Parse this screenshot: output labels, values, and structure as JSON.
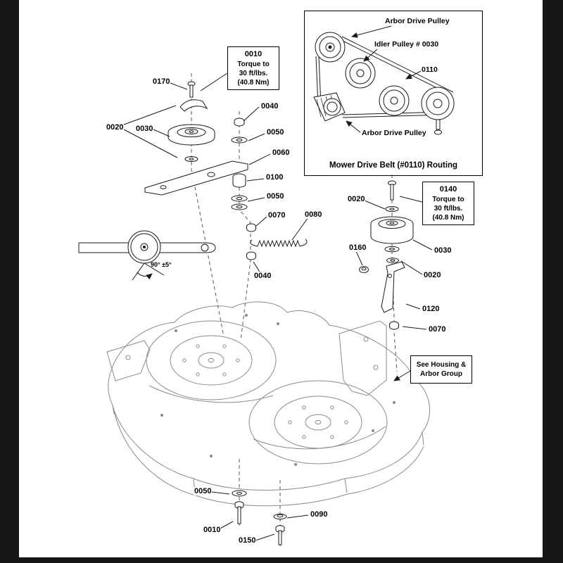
{
  "page": {
    "bar_color": "#161616",
    "line_color": "#1a1a1a",
    "deck_line_color": "#8a8a8a"
  },
  "inset": {
    "caption": "Mower Drive Belt (#0110) Routing",
    "label_arbor_top": "Arbor Drive Pulley",
    "label_idler": "Idler Pulley # 0030",
    "label_belt": "0110",
    "label_arbor_bottom": "Arbor Drive Pulley"
  },
  "notes": {
    "torque1": {
      "part": "0010",
      "l1": "Torque to",
      "l2": "30 ft/lbs.",
      "l3": "(40.8 Nm)"
    },
    "torque2": {
      "part": "0140",
      "l1": "Torque to",
      "l2": "30 ft/lbs.",
      "l3": "(40.8 Nm)"
    },
    "housing": {
      "l1": "See Housing &",
      "l2": "Arbor Group"
    },
    "angle": "90° ±5°"
  },
  "callouts": [
    {
      "id": "0170",
      "label": "0170"
    },
    {
      "id": "0020-left",
      "label": "0020"
    },
    {
      "id": "0030-left",
      "label": "0030"
    },
    {
      "id": "0040-upper",
      "label": "0040"
    },
    {
      "id": "0050-upper",
      "label": "0050"
    },
    {
      "id": "0060",
      "label": "0060"
    },
    {
      "id": "0100",
      "label": "0100"
    },
    {
      "id": "0050-mid",
      "label": "0050"
    },
    {
      "id": "0070-mid",
      "label": "0070"
    },
    {
      "id": "0080",
      "label": "0080"
    },
    {
      "id": "0040-lower",
      "label": "0040"
    },
    {
      "id": "0020-right-upper",
      "label": "0020"
    },
    {
      "id": "0030-right",
      "label": "0030"
    },
    {
      "id": "0020-right-lower",
      "label": "0020"
    },
    {
      "id": "0160",
      "label": "0160"
    },
    {
      "id": "0120",
      "label": "0120"
    },
    {
      "id": "0070-right",
      "label": "0070"
    },
    {
      "id": "0050-bottom",
      "label": "0050"
    },
    {
      "id": "0010-bottom",
      "label": "0010"
    },
    {
      "id": "0090",
      "label": "0090"
    },
    {
      "id": "0150",
      "label": "0150"
    }
  ]
}
